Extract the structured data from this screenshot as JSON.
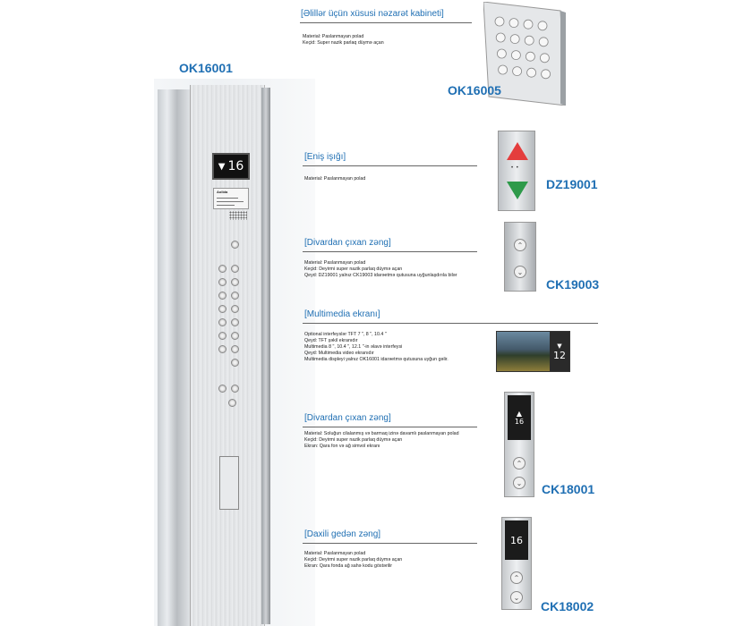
{
  "main_panel": {
    "code": "OK16001",
    "display_floor": "16",
    "logo_text": "Aolida"
  },
  "sections": [
    {
      "title": "[Əlillər üçün xüsusi nəzarət kabineti]",
      "lines": [
        "Material: Paslanmayan polad",
        "Keçid: Super nazik parlaq düymə açan"
      ],
      "code": "OK16005"
    },
    {
      "title": "[Eniş işığı]",
      "lines": [
        "Material: Paslanmayan polad"
      ],
      "code": "DZ19001"
    },
    {
      "title": "[Divardan çıxan zəng]",
      "lines": [
        "Material: Paslanmayan polad",
        "Keçid: Deyirmi super nazik parlaq düymə açan",
        "Qeyd: DZ19001 yalnız CK19003 idarəetmə qutusuna uyğunlaşdırıla bilər"
      ],
      "code": "CK19003"
    },
    {
      "title": "[Multimedia ekranı]",
      "lines": [
        "Optional interfeyslər TFT 7 \", 8 \", 10.4 \"",
        "Qeyd: TFT şəkil ekranıdır",
        "Multimedia 8 \", 10.4 \", 12.1 \"-in əlavə interfeysi",
        "Qeyd: Multimedia video ekranıdır",
        "Multimedia displeyi yalnız OK16001 idarəetmə qutusuna uyğun gəlir."
      ],
      "screen_floor": "12"
    },
    {
      "title": "[Divardan çıxan zəng]",
      "lines": [
        "Material: Soluğun cilalanmış və barmaq izinə davamlı paslanmayan polad",
        "Keçid: Deyirmi super nazik parlaq düymə açan",
        "Ekran: Qara fon və ağ simvol ekranı"
      ],
      "code": "CK18001",
      "screen_floor": "16"
    },
    {
      "title": "[Daxili gedən zəng]",
      "lines": [
        "Material: Paslanmayan polad",
        "Keçid: Deyirmi super nazik parlaq düymə açan",
        "Ekran: Qara fonda ağ sahə kodu göstərilir"
      ],
      "code": "CK18002",
      "screen_floor": "16"
    }
  ],
  "colors": {
    "accent": "#1f6fb3",
    "up_arrow": "#e43d3d",
    "down_arrow": "#2e9a4a"
  },
  "icons": {
    "up": "▲",
    "down": "▼",
    "arrow_up_circle": "⌃",
    "arrow_down_circle": "⌄",
    "wheelchair": "♿"
  }
}
